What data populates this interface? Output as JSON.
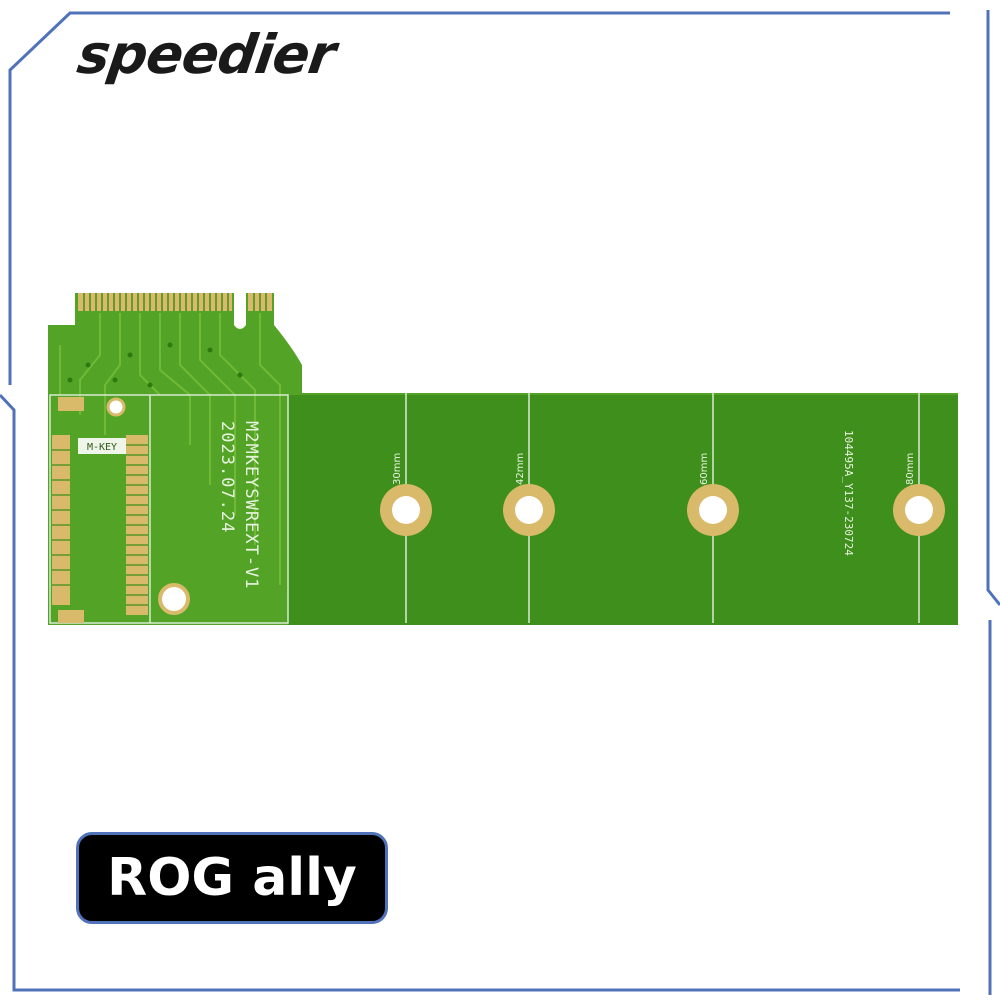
{
  "brand": {
    "name": "speedier"
  },
  "badge": {
    "label": "ROG ally"
  },
  "board": {
    "silkscreen_model": "M2MKEYSWREXT-V1",
    "silkscreen_date": "2023.07.24",
    "key_label": "M-KEY",
    "part_code": "104495A_Y137-230724",
    "mount_positions": [
      "30mm",
      "42mm",
      "60mm",
      "80mm"
    ]
  },
  "colors": {
    "frame": "#4f72b8",
    "pcb_light": "#53a326",
    "pcb_dark": "#3f8f1c",
    "gold": "#d9b96a",
    "badge_bg": "#000000"
  }
}
